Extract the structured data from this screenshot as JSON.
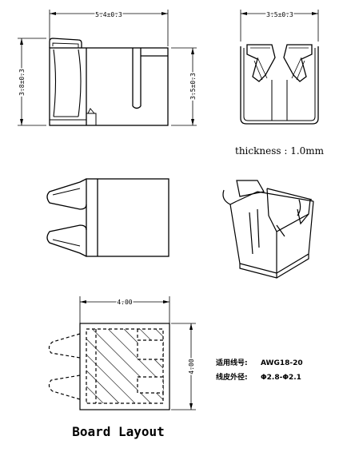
{
  "dimensions": {
    "front_width": "5.4±0.3",
    "front_height_left": "3.8±0.3",
    "front_height_right": "3.5±0.3",
    "side_width": "3.5±0.3",
    "layout_width": "4.00",
    "layout_height": "4.00"
  },
  "thickness_note": "thickness : 1.0mm",
  "spec": {
    "wire_gauge_label": "适用线号:",
    "wire_gauge_value": "AWG18-20",
    "wire_od_label": "线皮外径:",
    "wire_od_value": "Φ2.8-Φ2.1"
  },
  "layout_title": "Board Layout"
}
